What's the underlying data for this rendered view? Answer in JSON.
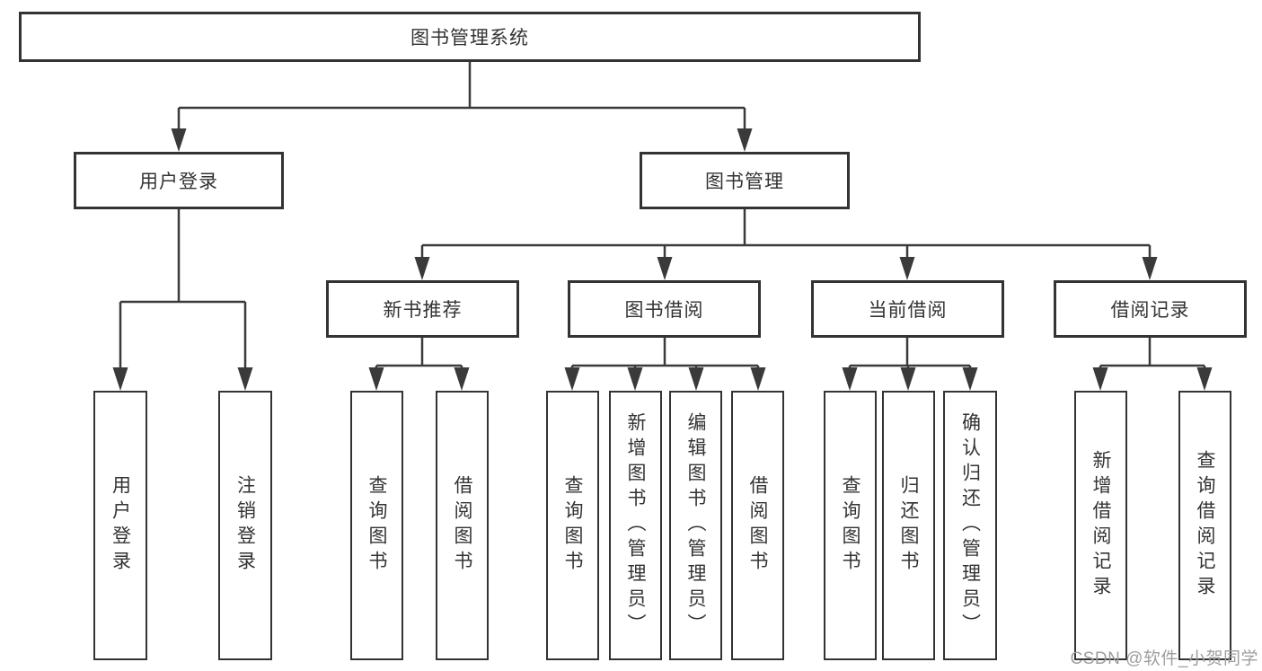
{
  "colors": {
    "line": "#3a3a3a",
    "border": "#333333",
    "text": "#333333",
    "background": "#ffffff",
    "watermark": "#9e9e9e"
  },
  "tree": {
    "root": {
      "label": "图书管理系统"
    },
    "branches": [
      {
        "label": "用户登录",
        "children": [
          {
            "label": "用户登录"
          },
          {
            "label": "注销登录"
          }
        ]
      },
      {
        "label": "图书管理",
        "children": [
          {
            "label": "新书推荐",
            "children": [
              {
                "label": "查询图书"
              },
              {
                "label": "借阅图书"
              }
            ]
          },
          {
            "label": "图书借阅",
            "children": [
              {
                "label": "查询图书"
              },
              {
                "label": "新增图书（管理员）"
              },
              {
                "label": "编辑图书（管理员）"
              },
              {
                "label": "借阅图书"
              }
            ]
          },
          {
            "label": "当前借阅",
            "children": [
              {
                "label": "查询图书"
              },
              {
                "label": "归还图书"
              },
              {
                "label": "确认归还（管理员）"
              }
            ]
          },
          {
            "label": "借阅记录",
            "children": [
              {
                "label": "新增借阅记录"
              },
              {
                "label": "查询借阅记录"
              }
            ]
          }
        ]
      }
    ]
  },
  "watermark": {
    "text": "CSDN @软件_小贺同学"
  }
}
